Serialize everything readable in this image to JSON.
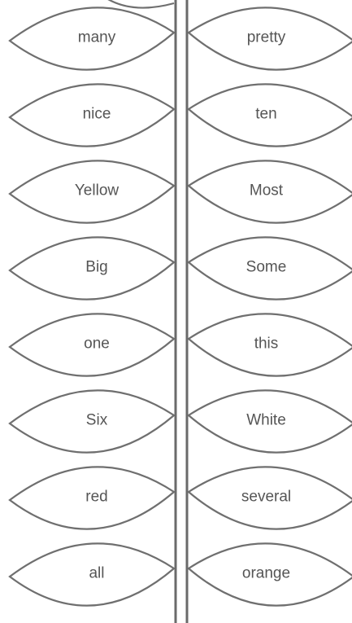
{
  "colors": {
    "outline": "#6f6f6f",
    "text": "#555555",
    "background": "#ffffff"
  },
  "leaves": {
    "left": [
      "many",
      "nice",
      "Yellow",
      "Big",
      "one",
      "Six",
      "red",
      "all"
    ],
    "right": [
      "pretty",
      "ten",
      "Most",
      "Some",
      "this",
      "White",
      "several",
      "orange"
    ]
  }
}
